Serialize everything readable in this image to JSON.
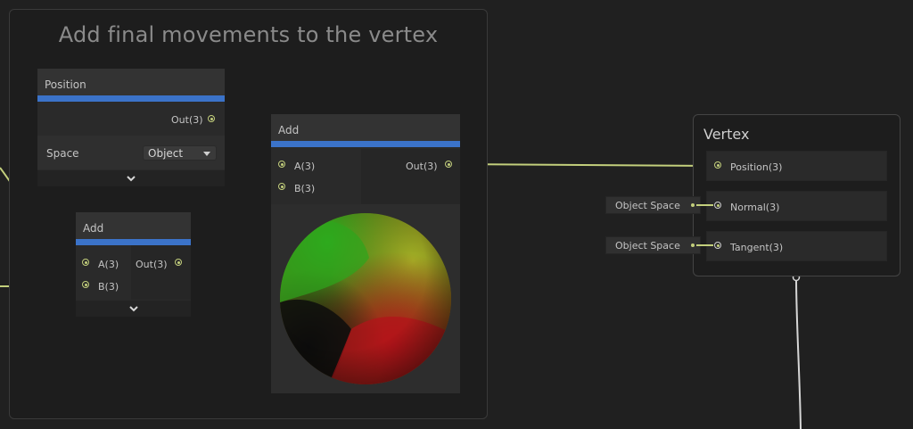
{
  "group": {
    "title": "Add final movements to the vertex"
  },
  "position_node": {
    "title": "Position",
    "out_label": "Out(3)",
    "space_label": "Space",
    "space_value": "Object"
  },
  "add_node_small": {
    "title": "Add",
    "inputs": [
      "A(3)",
      "B(3)"
    ],
    "out_label": "Out(3)"
  },
  "add_node_main": {
    "title": "Add",
    "inputs": [
      "A(3)",
      "B(3)"
    ],
    "out_label": "Out(3)"
  },
  "vertex_master": {
    "title": "Vertex",
    "slots": [
      "Position(3)",
      "Normal(3)",
      "Tangent(3)"
    ],
    "normal_chip": "Object Space",
    "tangent_chip": "Object Space"
  },
  "colors": {
    "background": "#202020",
    "node_header_bar": "#3b73c9",
    "wire": "#c3cf7c"
  }
}
